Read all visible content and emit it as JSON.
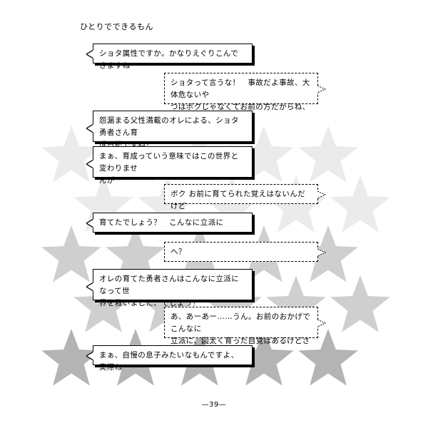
{
  "page": {
    "title": "ひとりでできるもん",
    "page_number": "—39—"
  },
  "dialogue": [
    {
      "side": "left",
      "line1": "ショタ属性ですか。かなりえぐりこんできますね",
      "line2": ""
    },
    {
      "side": "right",
      "line1": "ショタって言うな！　事故だよ事故、大体危ないや",
      "line2": "つはボクじゃなくてお前の方だからね、コレ"
    },
    {
      "side": "left",
      "line1": "怨漏まる父性満載のオレによる、ショタ勇者さん育",
      "line2": "成日記ですね？"
    },
    {
      "side": "left",
      "line1": "まぁ、育成っていう意味ではこの世界と変わりませ",
      "line2": "んが"
    },
    {
      "side": "right",
      "line1": "ボク お前に育てられた覚えはないんだけど",
      "line2": ""
    },
    {
      "side": "left",
      "line1": "育てたでしょう？　こんなに立派に",
      "line2": ""
    },
    {
      "side": "right",
      "line1": "へ？",
      "line2": ""
    },
    {
      "side": "left",
      "line1": "オレの育てた勇者さんはこんなに立派になって世",
      "line2": "界を救いました、でしょう？"
    },
    {
      "side": "right",
      "line1": "あ、あーあー……うん。お前のおかげでこんなに",
      "line2": "立派に、図太く育った自覚はあるけどさ"
    },
    {
      "side": "left",
      "line1": "まぁ、自慢の息子みたいなもんですよ、実際ね",
      "line2": ""
    }
  ],
  "colors": {
    "star_light": "#ebebeb",
    "star_mid": "#cfcfcf",
    "star_dark": "#b4b4b4"
  }
}
